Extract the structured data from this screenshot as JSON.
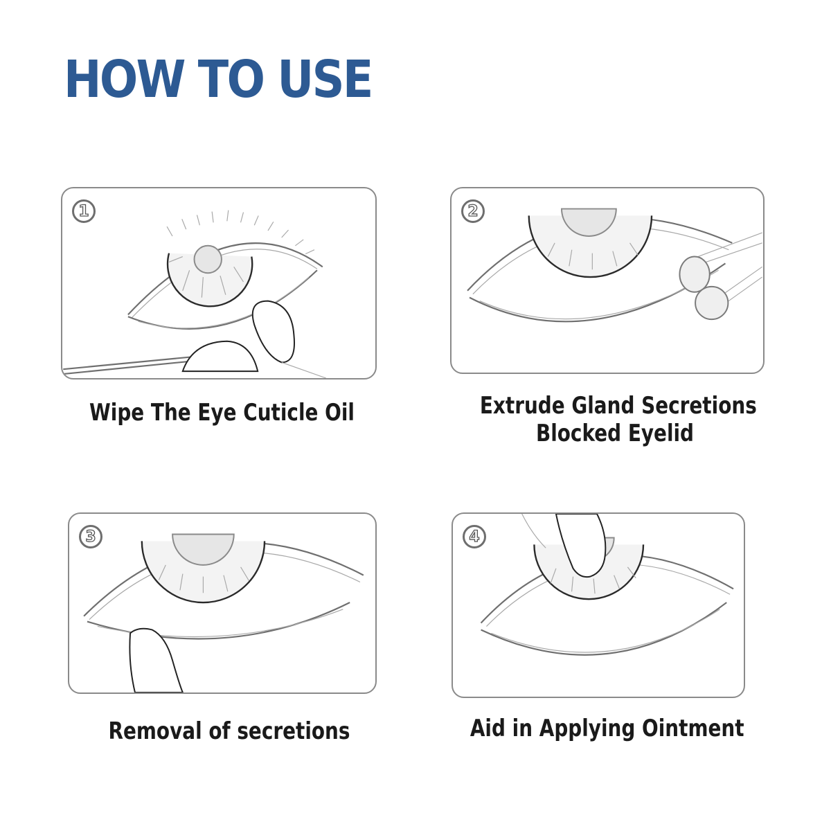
{
  "title": "HOW TO USE",
  "steps": [
    {
      "number": "1",
      "caption_lines": [
        "Wipe The Eye Cuticle Oil"
      ]
    },
    {
      "number": "2",
      "caption_lines": [
        "Extrude Gland Secretions",
        "Blocked Eyelid"
      ]
    },
    {
      "number": "3",
      "caption_lines": [
        "Removal of secretions"
      ]
    },
    {
      "number": "4",
      "caption_lines": [
        "Aid in Applying Ointment"
      ]
    }
  ],
  "colors": {
    "title": "#2d5a93",
    "caption": "#1a1a1a",
    "card_border": "#8a8a8a"
  },
  "icons": [
    "eye-illustration",
    "cotton-swab-icon",
    "spatula-icon",
    "applicator-icon"
  ]
}
